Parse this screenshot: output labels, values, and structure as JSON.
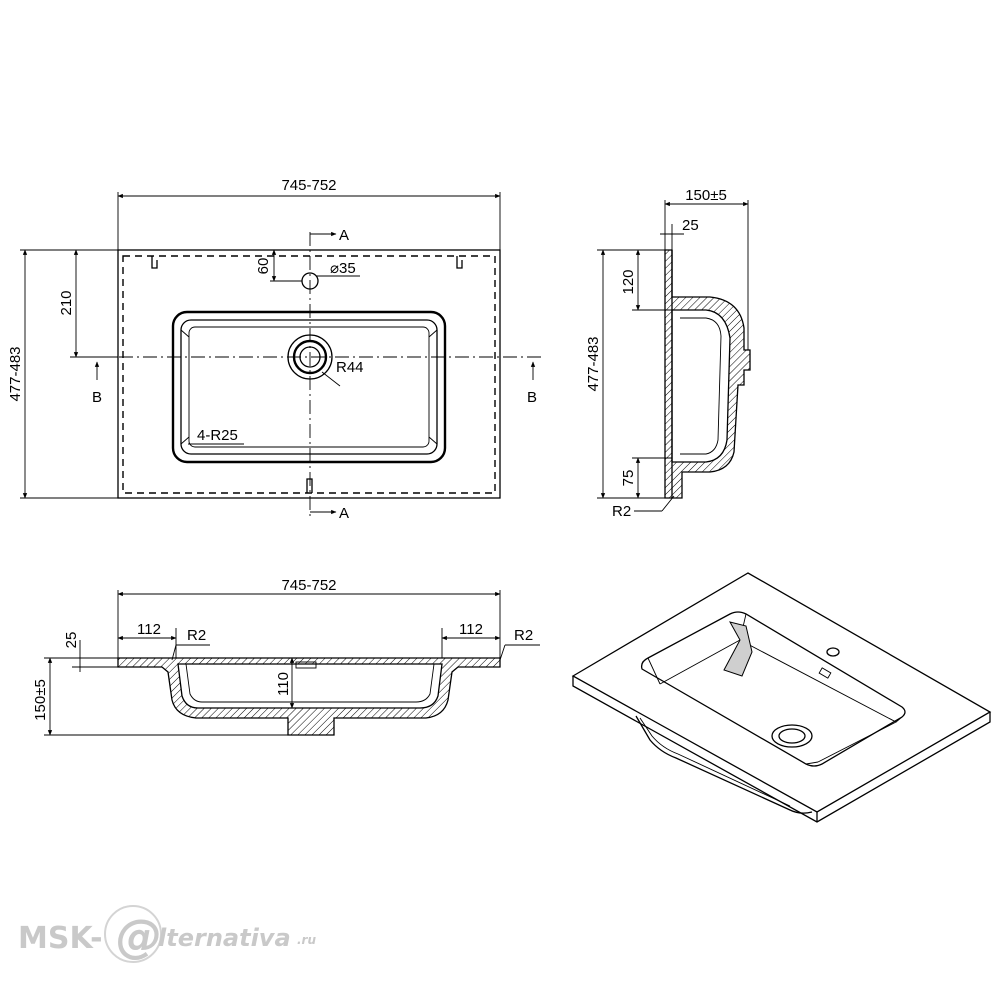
{
  "top_view": {
    "width_dim": "745-752",
    "depth_dim": "477-483",
    "tap_hole_offset": "210",
    "tap_hole_from_edge": "60",
    "tap_hole_diameter": "⌀35",
    "drain_radius": "R44",
    "bowl_corner_radius": "4-R25",
    "section_a": "A",
    "section_b": "B"
  },
  "side_view": {
    "total_height": "150±5",
    "rim_thickness": "25",
    "back_offset": "120",
    "depth_dim": "477-483",
    "front_offset": "75",
    "edge_radius": "R2"
  },
  "front_view": {
    "width_dim": "745-752",
    "left_rim": "112",
    "right_rim": "112",
    "left_radius": "R2",
    "right_radius": "R2",
    "rim_thickness": "25",
    "total_height": "150±5",
    "bowl_depth": "110"
  },
  "watermark": {
    "prefix": "MSK-",
    "brand": "lternativa",
    "suffix": ".ru"
  }
}
